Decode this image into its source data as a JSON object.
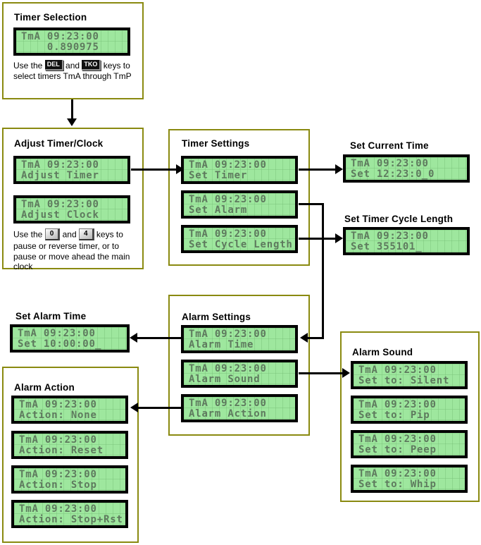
{
  "colors": {
    "box_border": "#8a8a10",
    "lcd_background": "#9ee79e",
    "lcd_text": "#5e7a5e",
    "lcd_bezel": "#000000",
    "arrow": "#000000",
    "key_dark_bg": "#101010",
    "key_light_bg": "#d6d6d6"
  },
  "boxes": {
    "timer_selection": {
      "title": "Timer Selection",
      "lcd": {
        "line1": "TmA 09:23:00",
        "line2": "    0.890975"
      },
      "note": {
        "text1": "Use the",
        "key1": "DEL",
        "text2": "and",
        "key2": "TKO",
        "text3": "keys to select timers TmA through TmP"
      }
    },
    "adjust_timer_clock": {
      "title": "Adjust Timer/Clock",
      "lcds": [
        {
          "line1": "TmA 09:23:00",
          "line2": "Adjust Timer"
        },
        {
          "line1": "TmA 09:23:00",
          "line2": "Adjust Clock"
        }
      ],
      "note": {
        "text1": "Use the",
        "key1": "0",
        "text2": "and",
        "key2": "4",
        "text3": "keys to pause or reverse timer, or to pause or move ahead the main clock"
      }
    },
    "timer_settings": {
      "title": "Timer Settings",
      "lcds": [
        {
          "line1": "TmA 09:23:00",
          "line2": "Set Timer"
        },
        {
          "line1": "TmA 09:23:00",
          "line2": "Set Alarm"
        },
        {
          "line1": "TmA 09:23:00",
          "line2": "Set Cycle Length"
        }
      ]
    },
    "set_current_time": {
      "title": "Set Current Time",
      "lcd": {
        "line1": "TmA 09:23:00",
        "line2": "Set 12:23:0̲0"
      }
    },
    "set_timer_cycle_length": {
      "title": "Set Timer Cycle Length",
      "lcd": {
        "line1": "TmA 09:23:00",
        "line2": "Set 355101_"
      }
    },
    "set_alarm_time": {
      "title": "Set Alarm Time",
      "lcd": {
        "line1": "TmA 09:23:00",
        "line2": "Set 10:00:00̲"
      }
    },
    "alarm_settings": {
      "title": "Alarm Settings",
      "lcds": [
        {
          "line1": "TmA 09:23:00",
          "line2": "Alarm Time"
        },
        {
          "line1": "TmA 09:23:00",
          "line2": "Alarm Sound"
        },
        {
          "line1": "TmA 09:23:00",
          "line2": "Alarm Action"
        }
      ]
    },
    "alarm_sound": {
      "title": "Alarm Sound",
      "lcds": [
        {
          "line1": "TmA 09:23:00",
          "line2": "Set to: Silent"
        },
        {
          "line1": "TmA 09:23:00",
          "line2": "Set to: Pip"
        },
        {
          "line1": "TmA 09:23:00",
          "line2": "Set to: Peep"
        },
        {
          "line1": "TmA 09:23:00",
          "line2": "Set to: Whip"
        }
      ]
    },
    "alarm_action": {
      "title": "Alarm Action",
      "lcds": [
        {
          "line1": "TmA 09:23:00",
          "line2": "Action: None"
        },
        {
          "line1": "TmA 09:23:00",
          "line2": "Action: Reset"
        },
        {
          "line1": "TmA 09:23:00",
          "line2": "Action: Stop"
        },
        {
          "line1": "TmA 09:23:00",
          "line2": "Action: Stop+Rst"
        }
      ]
    }
  }
}
